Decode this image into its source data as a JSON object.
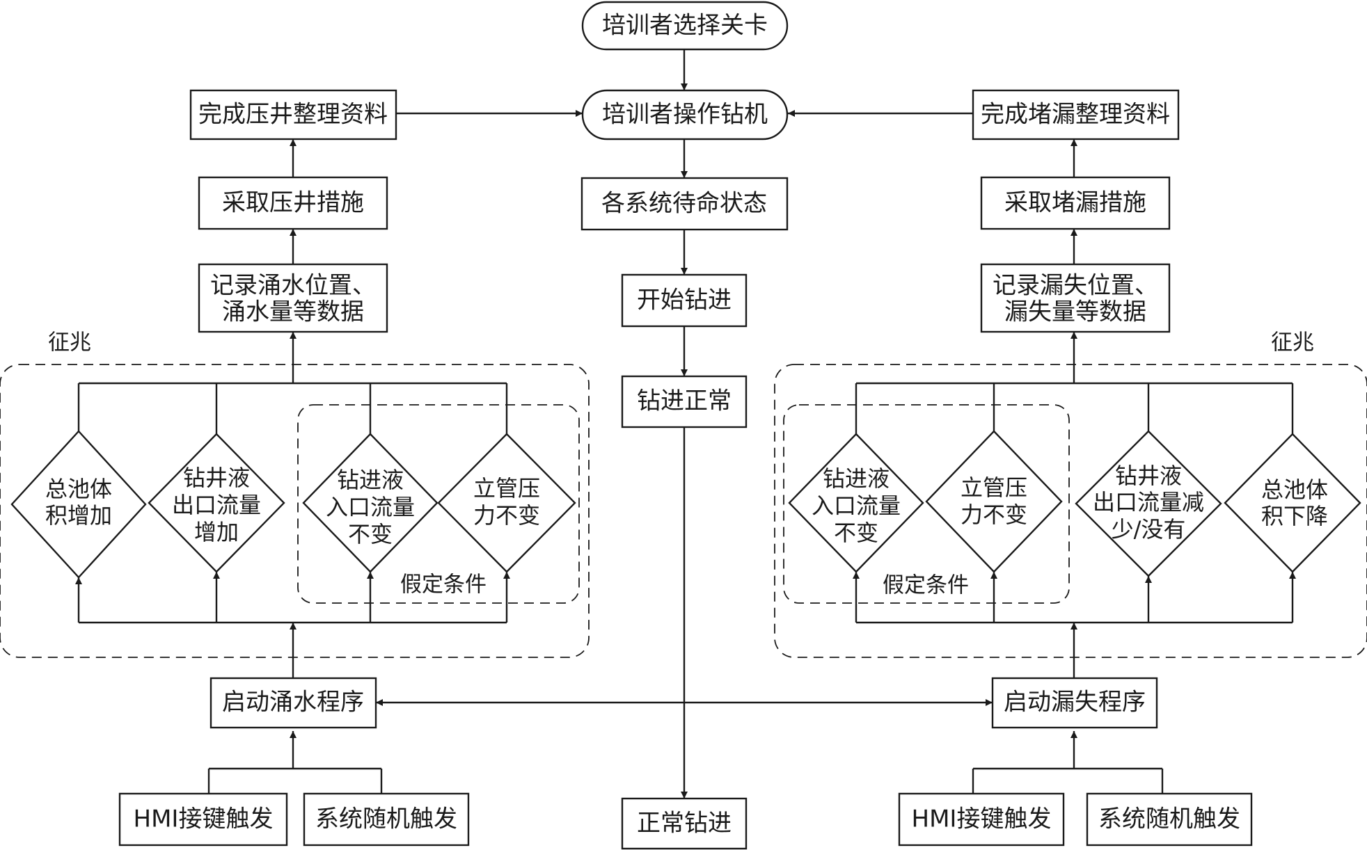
{
  "center": {
    "select_level": "培训者选择关卡",
    "operate_rig": "培训者操作钻机",
    "standby": "各系统待命状态",
    "start_drilling": "开始钻进",
    "drilling_ok": "钻进正常",
    "normal_drilling": "正常钻进"
  },
  "kick": {
    "finish": "完成压井整理资料",
    "measures": "采取压井措施",
    "record": [
      "记录涌水位置、",
      "涌水量等数据"
    ],
    "signs_label": "征兆",
    "assume_label": "假定条件",
    "diamonds": [
      [
        "总池体",
        "积增加"
      ],
      [
        "钻井液",
        "出口流量",
        "增加"
      ],
      [
        "钻进液",
        "入口流量",
        "不变"
      ],
      [
        "立管压",
        "力不变"
      ]
    ],
    "start_program": "启动涌水程序",
    "trigger_hmi": "HMI接键触发",
    "trigger_random": "系统随机触发"
  },
  "loss": {
    "finish": "完成堵漏整理资料",
    "measures": "采取堵漏措施",
    "record": [
      "记录漏失位置、",
      "漏失量等数据"
    ],
    "signs_label": "征兆",
    "assume_label": "假定条件",
    "diamonds": [
      [
        "钻进液",
        "入口流量",
        "不变"
      ],
      [
        "立管压",
        "力不变"
      ],
      [
        "钻井液",
        "出口流量减",
        "少/没有"
      ],
      [
        "总池体",
        "积下降"
      ]
    ],
    "start_program": "启动漏失程序",
    "trigger_hmi": "HMI接键触发",
    "trigger_random": "系统随机触发"
  }
}
